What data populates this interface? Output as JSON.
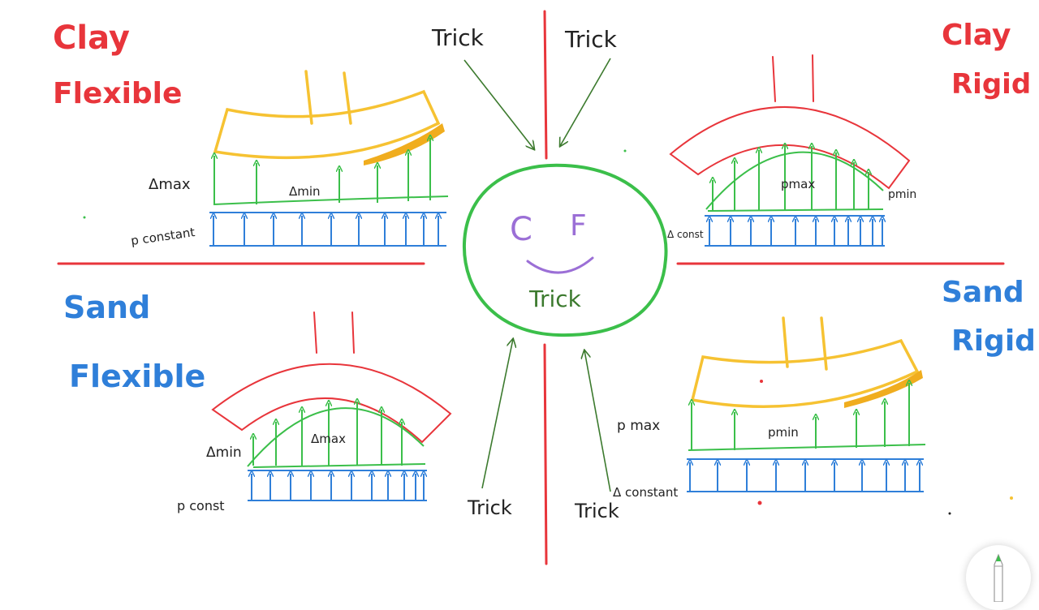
{
  "colors": {
    "red": "#e8353b",
    "blue": "#2f7fd9",
    "green": "#3bbf4a",
    "yellow": "#f6c232",
    "yellow_dark": "#f0ad1e",
    "purple": "#9b6fd6",
    "dark_green": "#3c7a2e",
    "ink": "#222222"
  },
  "quadrants": {
    "top_left": {
      "title_line1": "Clay",
      "title_line2": "Flexible",
      "label_left": "Δmax",
      "label_mid": "Δmin",
      "label_bottom": "p constant"
    },
    "top_right": {
      "title_line1": "Clay",
      "title_line2": "Rigid",
      "label_mid": "pmax",
      "label_right": "pmin",
      "label_bottom": "Δ const"
    },
    "bottom_left": {
      "title_line1": "Sand",
      "title_line2": "Flexible",
      "label_left": "Δmin",
      "label_mid": "Δmax",
      "label_bottom": "p const"
    },
    "bottom_right": {
      "title_line1": "Sand",
      "title_line2": "Rigid",
      "label_left": "p max",
      "label_mid": "pmin",
      "label_bottom": "Δ constant"
    }
  },
  "center": {
    "letter_left": "C",
    "letter_right": "F",
    "label": "Trick"
  },
  "pointers": {
    "top_left": "Trick",
    "top_right": "Trick",
    "bottom_left": "Trick",
    "bottom_right": "Trick"
  },
  "tool": {
    "icon": "pencil-icon"
  }
}
